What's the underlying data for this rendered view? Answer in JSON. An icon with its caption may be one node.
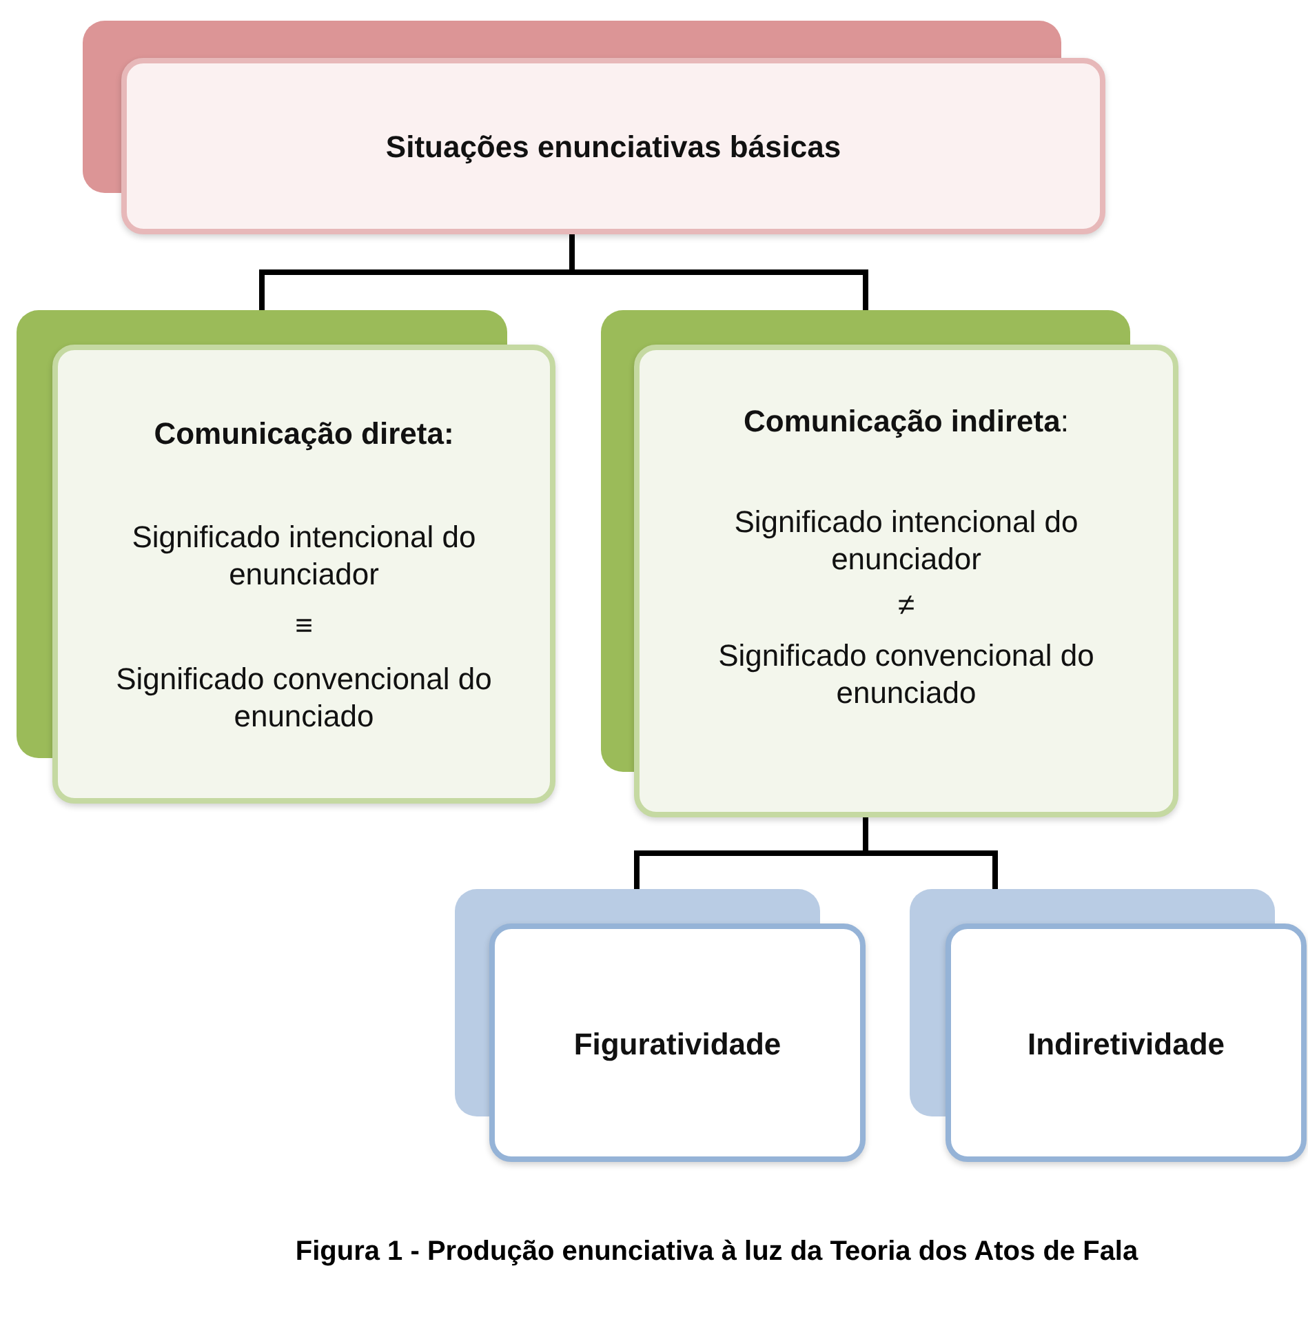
{
  "diagram": {
    "caption": "Figura 1 - Produção enunciativa à luz da Teoria dos Atos de Fala",
    "nodes": [
      {
        "text": [
          "Situações enunciativas básicas"
        ]
      },
      {
        "text": [
          "Comunicação direta:",
          "Significado intencional do enunciador",
          "≡",
          "Significado convencional do enunciado"
        ]
      },
      {
        "text": [
          "**Comunicação indireta**:",
          "Significado intencional do enunciador",
          "≠",
          "Significado convencional do enunciado"
        ]
      },
      {
        "text": [
          "Figuratividade"
        ]
      },
      {
        "text": [
          "Indiretividade"
        ]
      }
    ],
    "edges": [
      {
        "from": 0,
        "to": 1,
        "arrow": "none"
      },
      {
        "from": 0,
        "to": 2,
        "arrow": "none"
      },
      {
        "from": 2,
        "to": 3,
        "arrow": "none"
      },
      {
        "from": 2,
        "to": 4,
        "arrow": "none"
      }
    ]
  }
}
